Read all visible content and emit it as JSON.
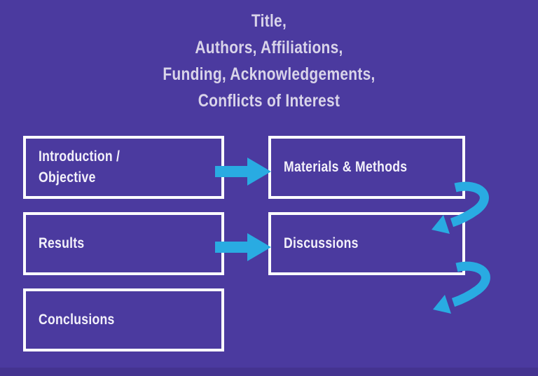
{
  "colors": {
    "background": "#4b3a9f",
    "bottom_strip": "#443390",
    "box_border": "#ffffff",
    "arrow": "#29abe2",
    "header_text": "#d9d4e9",
    "box_text": "#f3f1fa"
  },
  "header": {
    "lines": [
      "Title,",
      "Authors, Affiliations,",
      "Funding, Acknowledgements,",
      "Conflicts of Interest"
    ]
  },
  "boxes": [
    {
      "id": "introduction-objective",
      "lines": [
        "Introduction /",
        "Objective"
      ]
    },
    {
      "id": "materials-methods",
      "lines": [
        "Materials & Methods"
      ]
    },
    {
      "id": "results",
      "lines": [
        "Results"
      ]
    },
    {
      "id": "discussions",
      "lines": [
        "Discussions"
      ]
    },
    {
      "id": "conclusions",
      "lines": [
        "Conclusions"
      ]
    }
  ],
  "arrows": [
    {
      "id": "intro-to-methods",
      "type": "straight-right",
      "from": "Introduction / Objective",
      "to": "Materials & Methods"
    },
    {
      "id": "methods-to-discussions",
      "type": "curved-down-left",
      "from": "Materials & Methods",
      "to": "Discussions"
    },
    {
      "id": "results-to-discussions",
      "type": "straight-right",
      "from": "Results",
      "to": "Discussions"
    },
    {
      "id": "discussions-to-conclusions",
      "type": "curved-down-left",
      "from": "Discussions",
      "to": "Conclusions"
    }
  ]
}
